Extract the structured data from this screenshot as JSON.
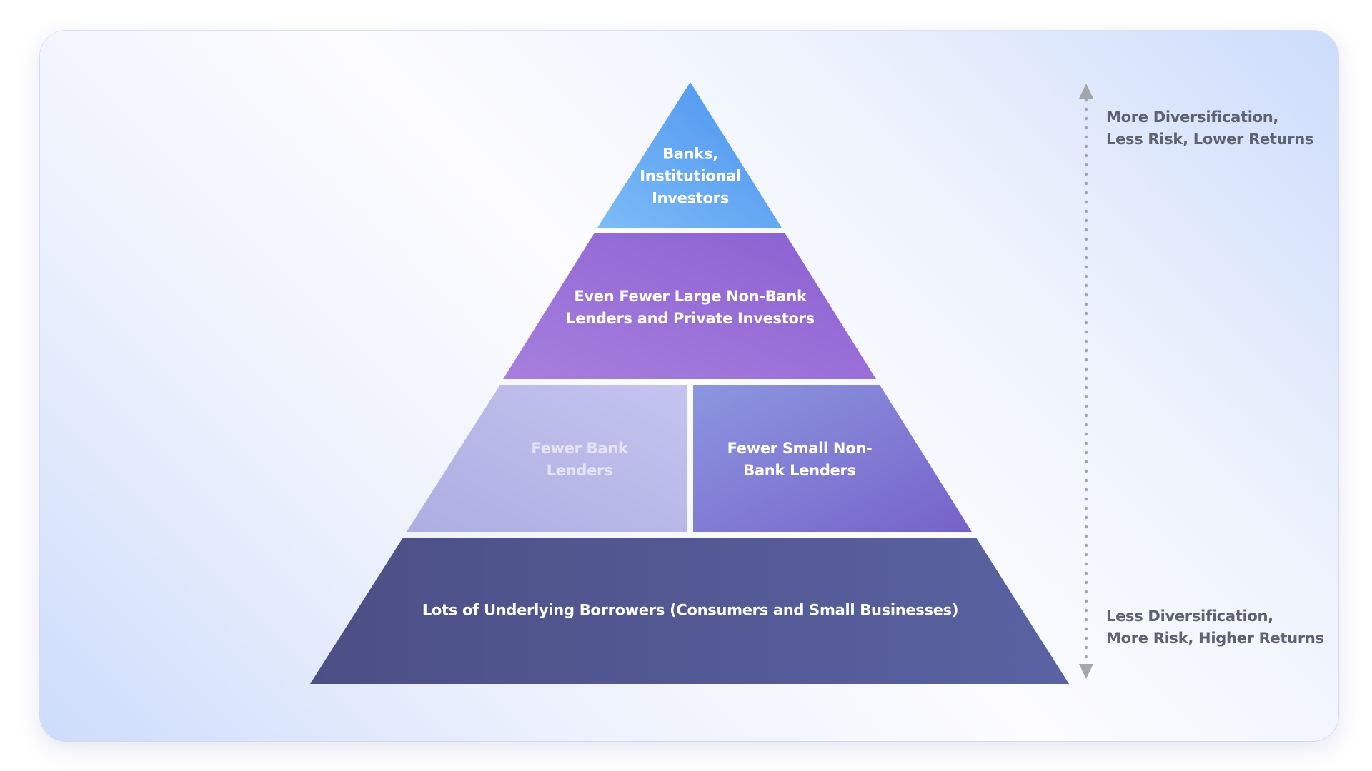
{
  "pyramid": {
    "top": {
      "label": "Banks,\nInstitutional\nInvestors",
      "color_start": "#7dbcf7",
      "color_end": "#4a92ee"
    },
    "second": {
      "label": "Even Fewer Large Non-Bank\nLenders and Private Investors",
      "color_start": "#a77fdd",
      "color_end": "#8a5fd1"
    },
    "third_left": {
      "label": "Fewer Bank\nLenders",
      "color_start": "#adaee2",
      "color_end": "#c3c4ee"
    },
    "third_right": {
      "label": "Fewer Small Non-\nBank Lenders",
      "color_start": "#8c96df",
      "color_end": "#7662c9"
    },
    "base": {
      "label": "Lots of Underlying Borrowers (Consumers and Small Businesses)",
      "color_start": "#4c4f85",
      "color_end": "#5a62a2"
    }
  },
  "scale": {
    "top_label": "More Diversification,\nLess Risk, Lower Returns",
    "bottom_label": "Less Diversification,\nMore Risk, Higher Returns",
    "arrow_color": "#a4a6ae"
  }
}
